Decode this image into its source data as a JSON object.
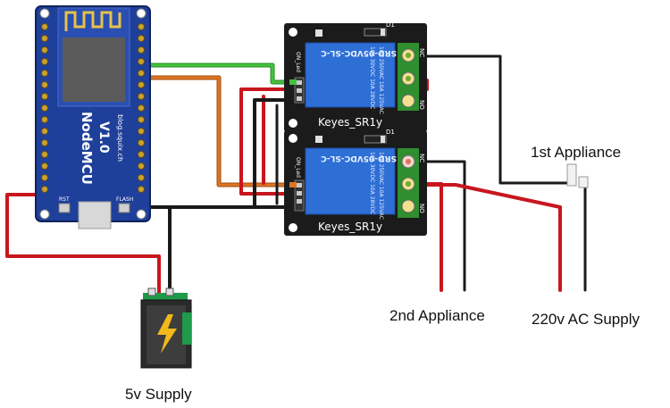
{
  "labels": {
    "first_appliance": "1st Appliance",
    "second_appliance": "2nd Appliance",
    "ac_supply": "220v AC Supply",
    "dc_supply": "5v Supply"
  },
  "nodemcu": {
    "board_name": "NodeMCU",
    "version": "V1.0",
    "website": "blog.squix.ch",
    "rst_label": "RST",
    "flash_label": "FLASH"
  },
  "relays": [
    {
      "brand": "Keyes_SR1y",
      "model": "SRD-05VDC-SL-C",
      "rating_1": "10A 250VAC 10A 125VAC",
      "rating_2": "10A 30VDC 10A 28VDC",
      "led_label": "ON_Led",
      "diode_label": "D1",
      "nc_label": "NC",
      "no_label": "NO"
    },
    {
      "brand": "Keyes_SR1y",
      "model": "SRD-05VDC-SL-C",
      "rating_1": "10A 250VAC 10A 125VAC",
      "rating_2": "10A 30VDC 10A 28VDC",
      "led_label": "ON_Led",
      "diode_label": "D1",
      "nc_label": "NC",
      "no_label": "NO"
    }
  ],
  "colors": {
    "wire_red": "#c8161e",
    "wire_black": "#1a1a1a",
    "wire_green": "#3fb83a",
    "wire_orange": "#d46a1a",
    "board_blue": "#1e3f9a",
    "relay_dark": "#1b1b1b",
    "relay_blue": "#2e6fd6",
    "bolt_yellow": "#f3b81b"
  }
}
